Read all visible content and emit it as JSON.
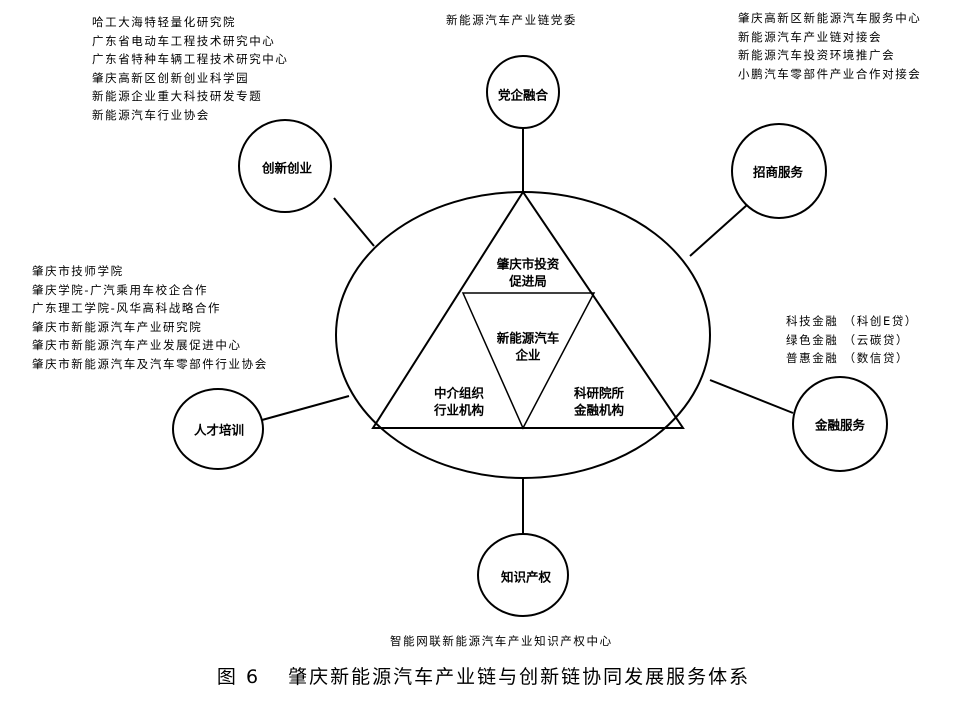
{
  "nodes": {
    "top": "党企融合",
    "upper_left": "创新创业",
    "upper_right": "招商服务",
    "left": "人才培训",
    "right": "金融服务",
    "bottom": "知识产权"
  },
  "center": {
    "top": [
      "肇庆市投资",
      "促进局"
    ],
    "middle": [
      "新能源汽车",
      "企业"
    ],
    "left": [
      "中介组织",
      "行业机构"
    ],
    "right": [
      "科研院所",
      "金融机构"
    ]
  },
  "notes": {
    "top": [
      "新能源汽车产业链党委"
    ],
    "upper_left": [
      "哈工大海特轻量化研究院",
      "广东省电动车工程技术研究中心",
      "广东省特种车辆工程技术研究中心",
      "肇庆高新区创新创业科学园",
      "新能源企业重大科技研发专题",
      "新能源汽车行业协会"
    ],
    "upper_right": [
      "肇庆高新区新能源汽车服务中心",
      "新能源汽车产业链对接会",
      "新能源汽车投资环境推广会",
      "小鹏汽车零部件产业合作对接会"
    ],
    "left": [
      "肇庆市技师学院",
      "肇庆学院-广汽乘用车校企合作",
      "广东理工学院-风华高科战略合作",
      "肇庆市新能源汽车产业研究院",
      "肇庆市新能源汽车产业发展促进中心",
      "肇庆市新能源汽车及汽车零部件行业协会"
    ],
    "right": [
      "科技金融 （科创E贷）",
      "绿色金融 （云碳贷）",
      "普惠金融 （数信贷）"
    ],
    "bottom": [
      "智能网联新能源汽车产业知识产权中心"
    ]
  },
  "caption": {
    "figure": "图 6",
    "title": "肇庆新能源汽车产业链与创新链协同发展服务体系"
  }
}
